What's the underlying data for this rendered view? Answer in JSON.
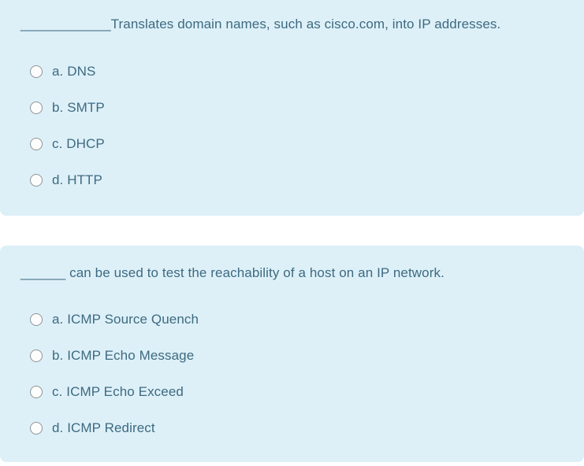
{
  "page": {
    "background_color": "#ffffff",
    "card_background_color": "#ddf0f8",
    "text_color": "#3e6a80"
  },
  "questions": [
    {
      "prompt": "____________Translates domain names, such as cisco.com, into IP addresses.",
      "options": [
        {
          "label": "a. DNS",
          "selected": false
        },
        {
          "label": "b. SMTP",
          "selected": false
        },
        {
          "label": "c. DHCP",
          "selected": false
        },
        {
          "label": "d. HTTP",
          "selected": false
        }
      ]
    },
    {
      "prompt": "______ can be used to test the reachability of a host on an IP network.",
      "options": [
        {
          "label": "a. ICMP Source Quench",
          "selected": false
        },
        {
          "label": "b. ICMP Echo Message",
          "selected": false
        },
        {
          "label": "c. ICMP Echo Exceed",
          "selected": false
        },
        {
          "label": "d. ICMP Redirect",
          "selected": false
        }
      ]
    }
  ]
}
